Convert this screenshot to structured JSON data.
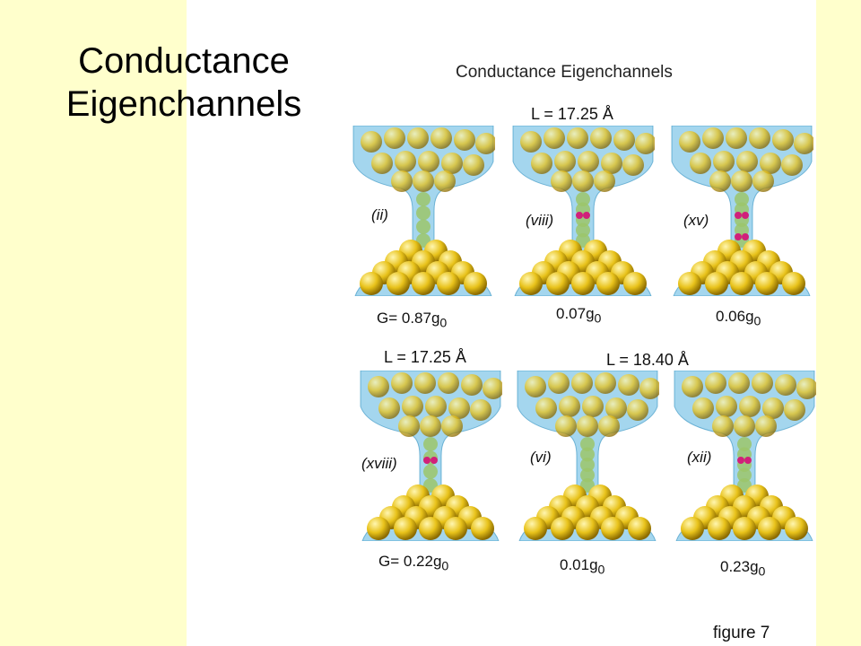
{
  "slide": {
    "title_line1": "Conductance",
    "title_line2": "Eigenchannels"
  },
  "figure": {
    "title": "Conductance Eigenchannels",
    "label": "figure 7",
    "row1": {
      "length_label": "L = 17.25 Å"
    },
    "row2": {
      "length_label_left": "L = 17.25 Å",
      "length_label_right": "L = 18.40 Å"
    },
    "panels": [
      {
        "id": "ii",
        "label": "(ii)",
        "caption": "G= 0.87g",
        "sub": "0"
      },
      {
        "id": "viii",
        "label": "(viii)",
        "caption": "0.07g",
        "sub": "0"
      },
      {
        "id": "xv",
        "label": "(xv)",
        "caption": "0.06g",
        "sub": "0"
      },
      {
        "id": "xviii",
        "label": "(xviii)",
        "caption": "G= 0.22g",
        "sub": "0"
      },
      {
        "id": "vi",
        "label": "(vi)",
        "caption": "0.01g",
        "sub": "0"
      },
      {
        "id": "xii",
        "label": "(xii)",
        "caption": "0.23g",
        "sub": "0"
      }
    ]
  },
  "colors": {
    "background": "#ffffcc",
    "gold": "#e8c21a",
    "channel": "#5ab4e0",
    "impurity": "#d1207a"
  }
}
